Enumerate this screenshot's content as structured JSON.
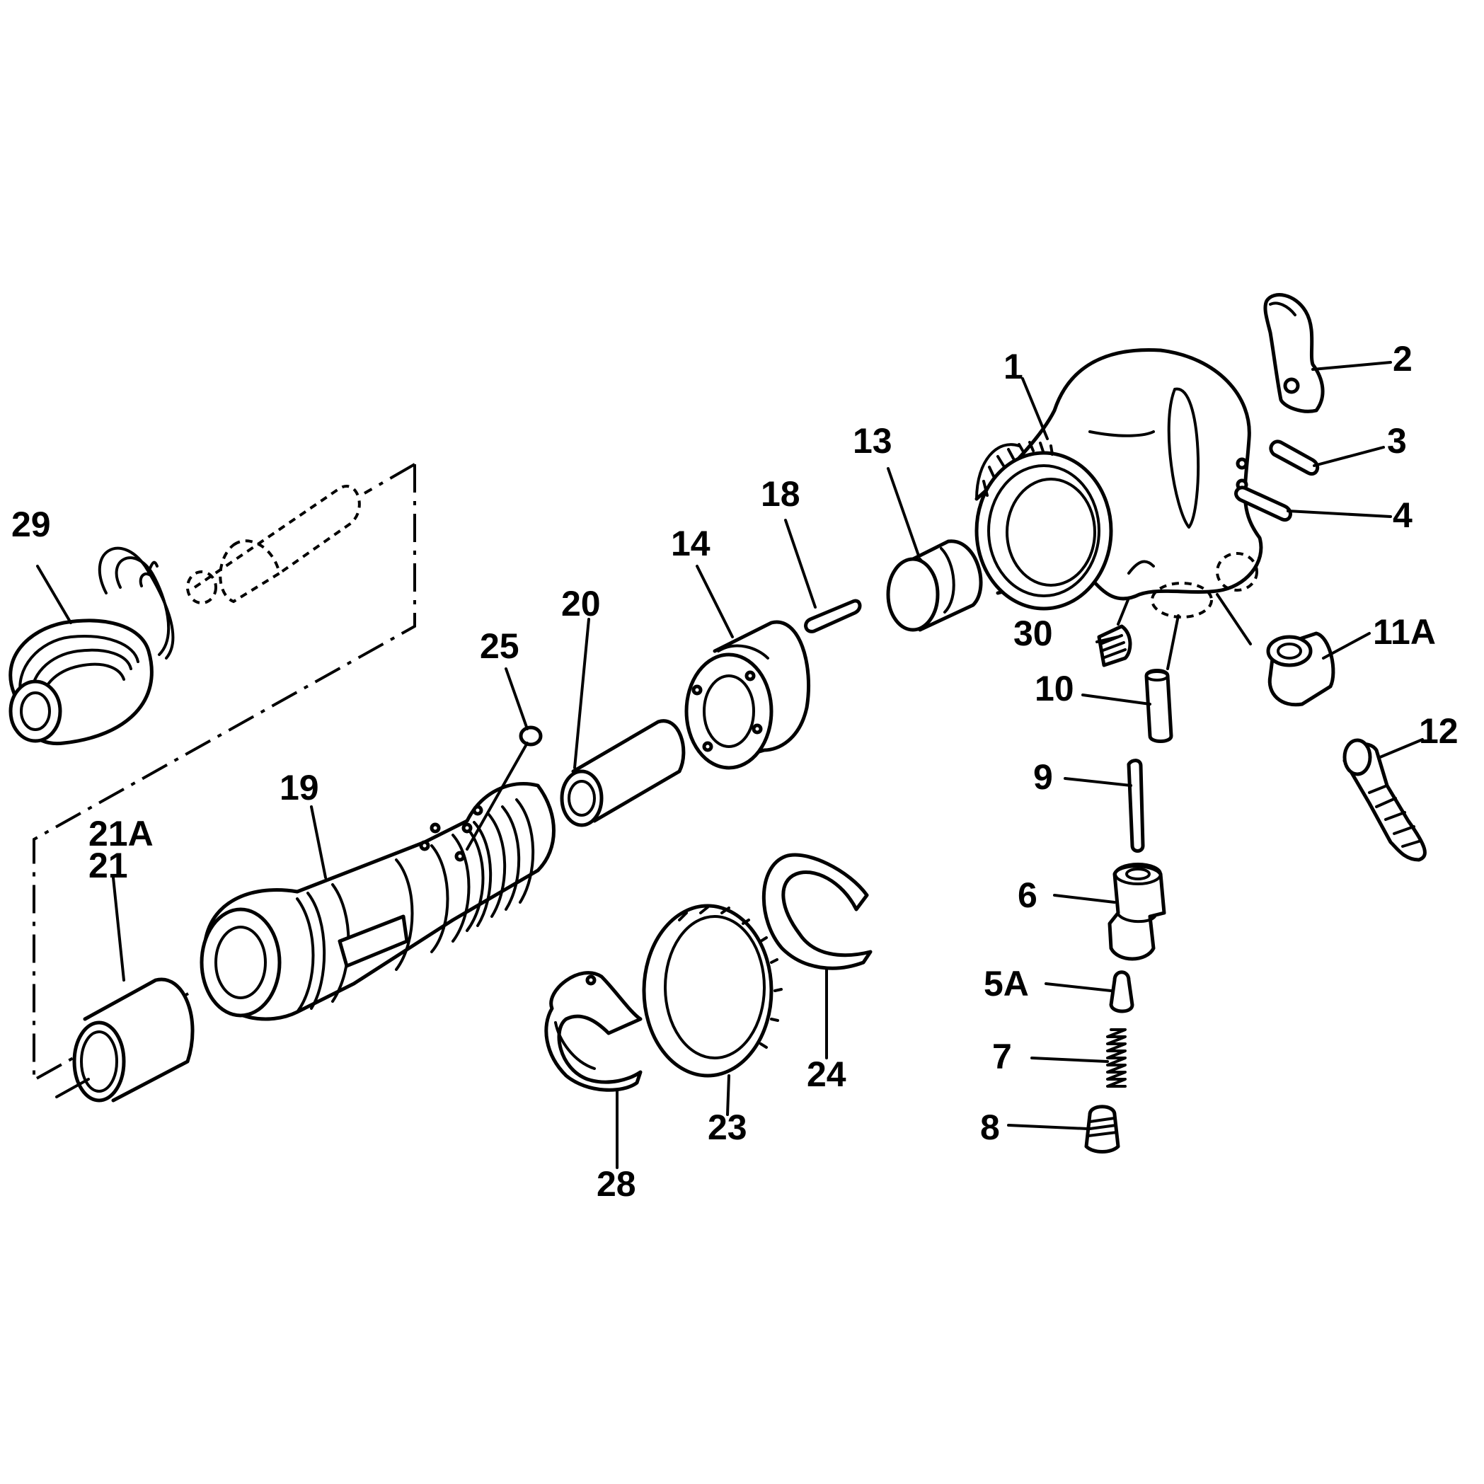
{
  "diagram": {
    "callouts": {
      "c1": "1",
      "c2": "2",
      "c3": "3",
      "c4": "4",
      "c5a": "5A",
      "c6": "6",
      "c7": "7",
      "c8": "8",
      "c9": "9",
      "c10": "10",
      "c11a": "11A",
      "c12": "12",
      "c13": "13",
      "c14": "14",
      "c18": "18",
      "c19": "19",
      "c20": "20",
      "c21a": "21A",
      "c21": "21",
      "c23": "23",
      "c24": "24",
      "c25": "25",
      "c28": "28",
      "c29": "29",
      "c30": "30"
    }
  }
}
